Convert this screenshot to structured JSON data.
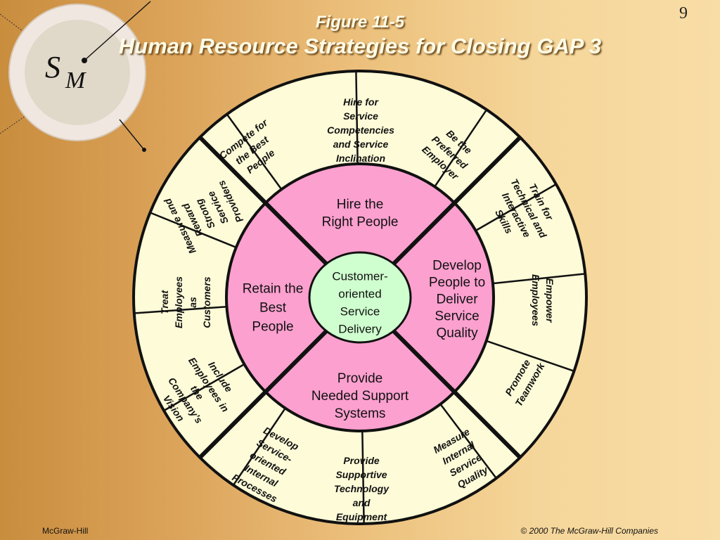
{
  "slide": {
    "figure_label": "Figure 11-5",
    "title": "Human Resource Strategies for Closing GAP 3",
    "page_number": "9",
    "footer_left": "McGraw-Hill",
    "footer_right": "© 2000 The McGraw-Hill Companies"
  },
  "logo": {
    "letter_s": "S",
    "letter_m": "M"
  },
  "colors": {
    "outer_ring": "#fdfbd8",
    "middle_ring": "#fca0cf",
    "center": "#cfffcf",
    "stroke": "#111111"
  },
  "diagram": {
    "center_lines": [
      "Customer-",
      "oriented",
      "Service",
      "Delivery"
    ],
    "middle": [
      {
        "id": "hire",
        "lines": [
          "Hire the",
          "Right People"
        ]
      },
      {
        "id": "develop",
        "lines": [
          "Develop",
          "People to",
          "Deliver",
          "Service",
          "Quality"
        ]
      },
      {
        "id": "support",
        "lines": [
          "Provide",
          "Needed Support",
          "Systems"
        ]
      },
      {
        "id": "retain",
        "lines": [
          "Retain the",
          "Best",
          "People"
        ]
      }
    ],
    "outer": [
      {
        "id": "hire-for-service",
        "lines": [
          "Hire for",
          "Service",
          "Competencies",
          "and Service",
          "Inclination"
        ]
      },
      {
        "id": "preferred-employer",
        "lines": [
          "Be the",
          "Preferred",
          "Employer"
        ]
      },
      {
        "id": "train",
        "lines": [
          "Train for",
          "Technical and",
          "Interactive",
          "Skills"
        ]
      },
      {
        "id": "empower",
        "lines": [
          "Empower",
          "Employees"
        ]
      },
      {
        "id": "teamwork",
        "lines": [
          "Promote",
          "Teamwork"
        ]
      },
      {
        "id": "measure-quality",
        "lines": [
          "Measure",
          "Internal",
          "Service",
          "Quality"
        ]
      },
      {
        "id": "supportive-tech",
        "lines": [
          "Provide",
          "Supportive",
          "Technology",
          "and",
          "Equipment"
        ]
      },
      {
        "id": "internal-processes",
        "lines": [
          "Develop",
          "Service-",
          "oriented",
          "Internal",
          "Processes"
        ]
      },
      {
        "id": "include-vision",
        "lines": [
          "Include",
          "Employees in",
          "the",
          "Company’s",
          "Vision"
        ]
      },
      {
        "id": "treat-customers",
        "lines": [
          "Treat",
          "Employees",
          "as",
          "Customers"
        ]
      },
      {
        "id": "measure-reward",
        "lines": [
          "Measure and",
          "Reward",
          "Strong",
          "Service",
          "Providers"
        ]
      },
      {
        "id": "compete",
        "lines": [
          "Compete for",
          "the Best",
          "People"
        ]
      }
    ]
  }
}
